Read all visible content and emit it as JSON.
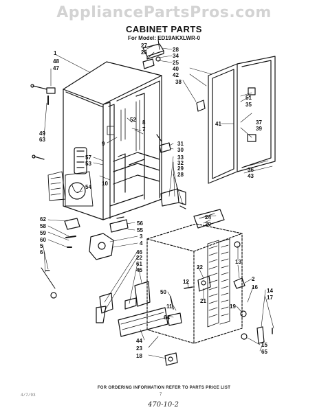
{
  "watermark": "AppliancePartsPros.com",
  "title": "CABINET PARTS",
  "model_line": "For Model: ED19AKXLWR-0",
  "footer_note": "FOR ORDERING INFORMATION REFER TO PARTS PRICE LIST",
  "page_code": "4/7/93",
  "page_number": "7",
  "handwritten_code": "470-10-2",
  "callouts": [
    "1",
    "48",
    "47",
    "49",
    "63",
    "27",
    "26",
    "28",
    "34",
    "25",
    "40",
    "42",
    "38",
    "51",
    "35",
    "41",
    "37",
    "39",
    "52",
    "8",
    "7",
    "9",
    "57",
    "53",
    "54",
    "31",
    "30",
    "33",
    "32",
    "29",
    "28",
    "10",
    "36",
    "43",
    "62",
    "58",
    "59",
    "60",
    "5",
    "6",
    "3",
    "4",
    "56",
    "55",
    "24",
    "20",
    "13",
    "46",
    "22",
    "61",
    "45",
    "22",
    "12",
    "21",
    "50",
    "11",
    "64",
    "19",
    "2",
    "16",
    "14",
    "17",
    "44",
    "23",
    "18",
    "15",
    "65"
  ]
}
